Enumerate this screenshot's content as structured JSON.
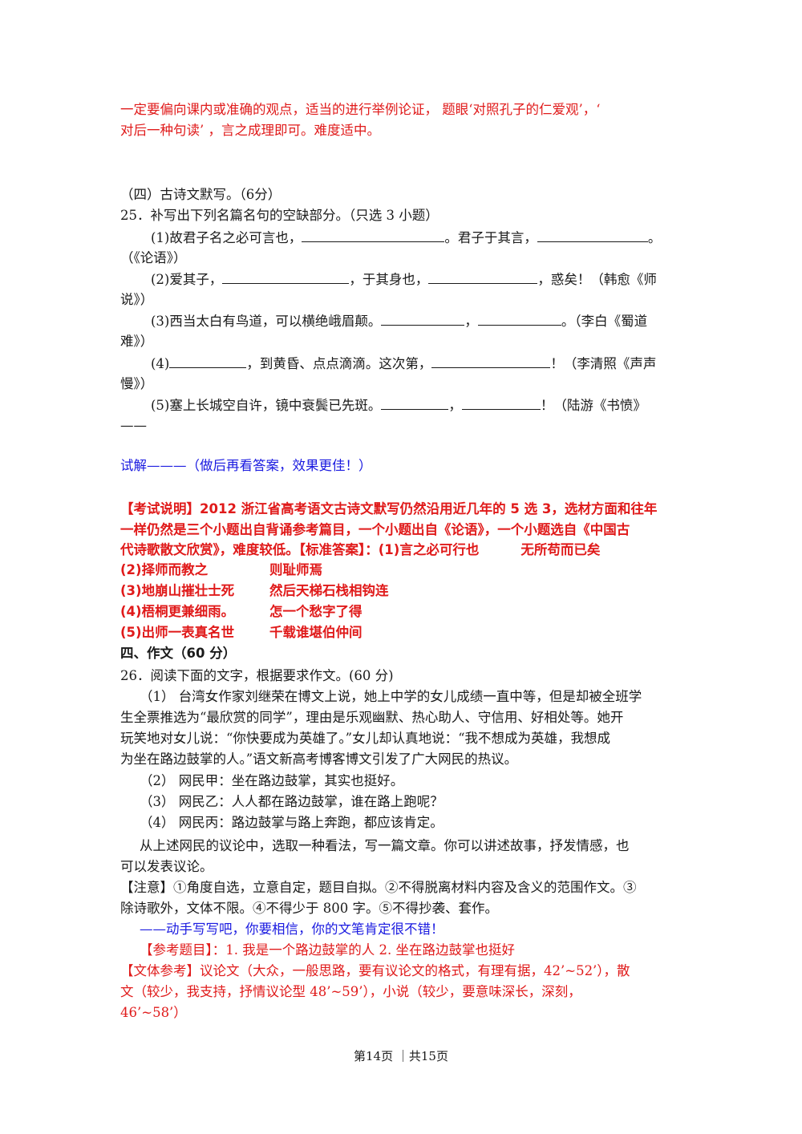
{
  "intro": {
    "line1": "一定要偏向课内或准确的观点，适当的进行举例论证， 题眼‘对照孔子的仁爱观’，‘",
    "line2": "对后一种句读’ ，言之成理即可。难度适中。"
  },
  "section4": {
    "heading": "（四）古诗文默写。（6分）",
    "q25": "25．补写出下列名篇名句的空缺部分。（只选 3 小题）",
    "items": [
      {
        "a": "(1)故君子名之必可言也，",
        "b": "。君子于其言，",
        "c": "。",
        "cont": "（《论语》）"
      },
      {
        "a": "(2)爱其子，",
        "b": "，于其身也，",
        "c": "，惑矣！（韩愈《师",
        "cont": "说》）"
      },
      {
        "a": "(3)西当太白有鸟道，可以横绝峨眉颠。",
        "b": "，",
        "c": "。（李白《蜀道",
        "cont": "难》）"
      },
      {
        "a": "(4)",
        "b": "，到黄昏、点点滴滴。这次第，",
        "c": "！（李清照《声声",
        "cont": "慢》）"
      },
      {
        "a": "(5)塞上长城空自许，镜中衰鬓已先斑。",
        "b": "，",
        "c": "！（陆游《书愤》",
        "cont": "——"
      }
    ]
  },
  "trial": "试解———（做后再看答案，效果更佳！）",
  "exam_note": {
    "line1": "【考试说明】2012 浙江省高考语文古诗文默写仍然沿用近几年的 5 选 3，选材方面和往年",
    "line2": "一样仍然是三个小题出自背诵参考篇目，一个小题出自《论语》，一个小题选自《中国古",
    "line3_a": "代诗歌散文欣赏》，难度较低。【标准答案】：(1)言之必可行也",
    "line3_b": "无所苟而已矣",
    "answers": [
      {
        "a": "(2)择师而教之",
        "b": "则耻师焉"
      },
      {
        "a": "(3)地崩山摧壮士死",
        "b": "然后天梯石栈相钩连"
      },
      {
        "a": "(4)梧桐更兼细雨。",
        "b": "怎一个愁字了得"
      },
      {
        "a": "(5)出师一表真名世",
        "b": "千载谁堪伯仲间"
      }
    ]
  },
  "essay": {
    "heading": "四、作文（60 分）",
    "q26": "26．阅读下面的文字，根据要求作文。(60 分)",
    "p1_l1": "（1） 台湾女作家刘继荣在博文上说，她上中学的女儿成绩一直中等，但是却被全班学",
    "p1_l2": "生全票推选为“最欣赏的同学”，理由是乐观幽默、热心助人、守信用、好相处等。她开",
    "p1_l3": "玩笑地对女儿说：“你快要成为英雄了。”女儿却认真地说：“我不想成为英雄，我想成",
    "p1_l4": "为坐在路边鼓掌的人。”语文新高考博客博文引发了广大网民的热议。",
    "p2": "（2） 网民甲：坐在路边鼓掌，其实也挺好。",
    "p3": "（3） 网民乙：人人都在路边鼓掌，谁在路上跑呢？",
    "p4": "（4） 网民丙：路边鼓掌与路上奔跑，都应该肯定。",
    "req_l1": "从上述网民的议论中，选取一种看法，写一篇文章。你可以讲述故事，抒发情感，也",
    "req_l2": "可以发表议论。",
    "note_l1": "【注意】①角度自选，立意自定，题目自拟。②不得脱离材料内容及含义的范围作文。③",
    "note_l2": "除诗歌外，文体不限。④不得少于 800 字。⑤不得抄袭、套作。",
    "encourage": "——动手写写吧，你要相信，你的文笔肯定很不错！",
    "ref_title": "【参考题目】：1. 我是一个路边鼓掌的人 2. 坐在路边鼓掌也挺好",
    "style_l1": "【文体参考】议论文（大众，一般思路，要有议论文的格式，有理有据，42’~52’），散",
    "style_l2": "文（较少，我支持，抒情议论型 48’~59’），小说（较少，要意味深长，深刻，",
    "style_l3": "46’~58’）"
  },
  "footer": "第14页 ｜共15页",
  "colors": {
    "red": "#e01a1a",
    "blue": "#1a1ae0",
    "text": "#1a1a1a"
  }
}
